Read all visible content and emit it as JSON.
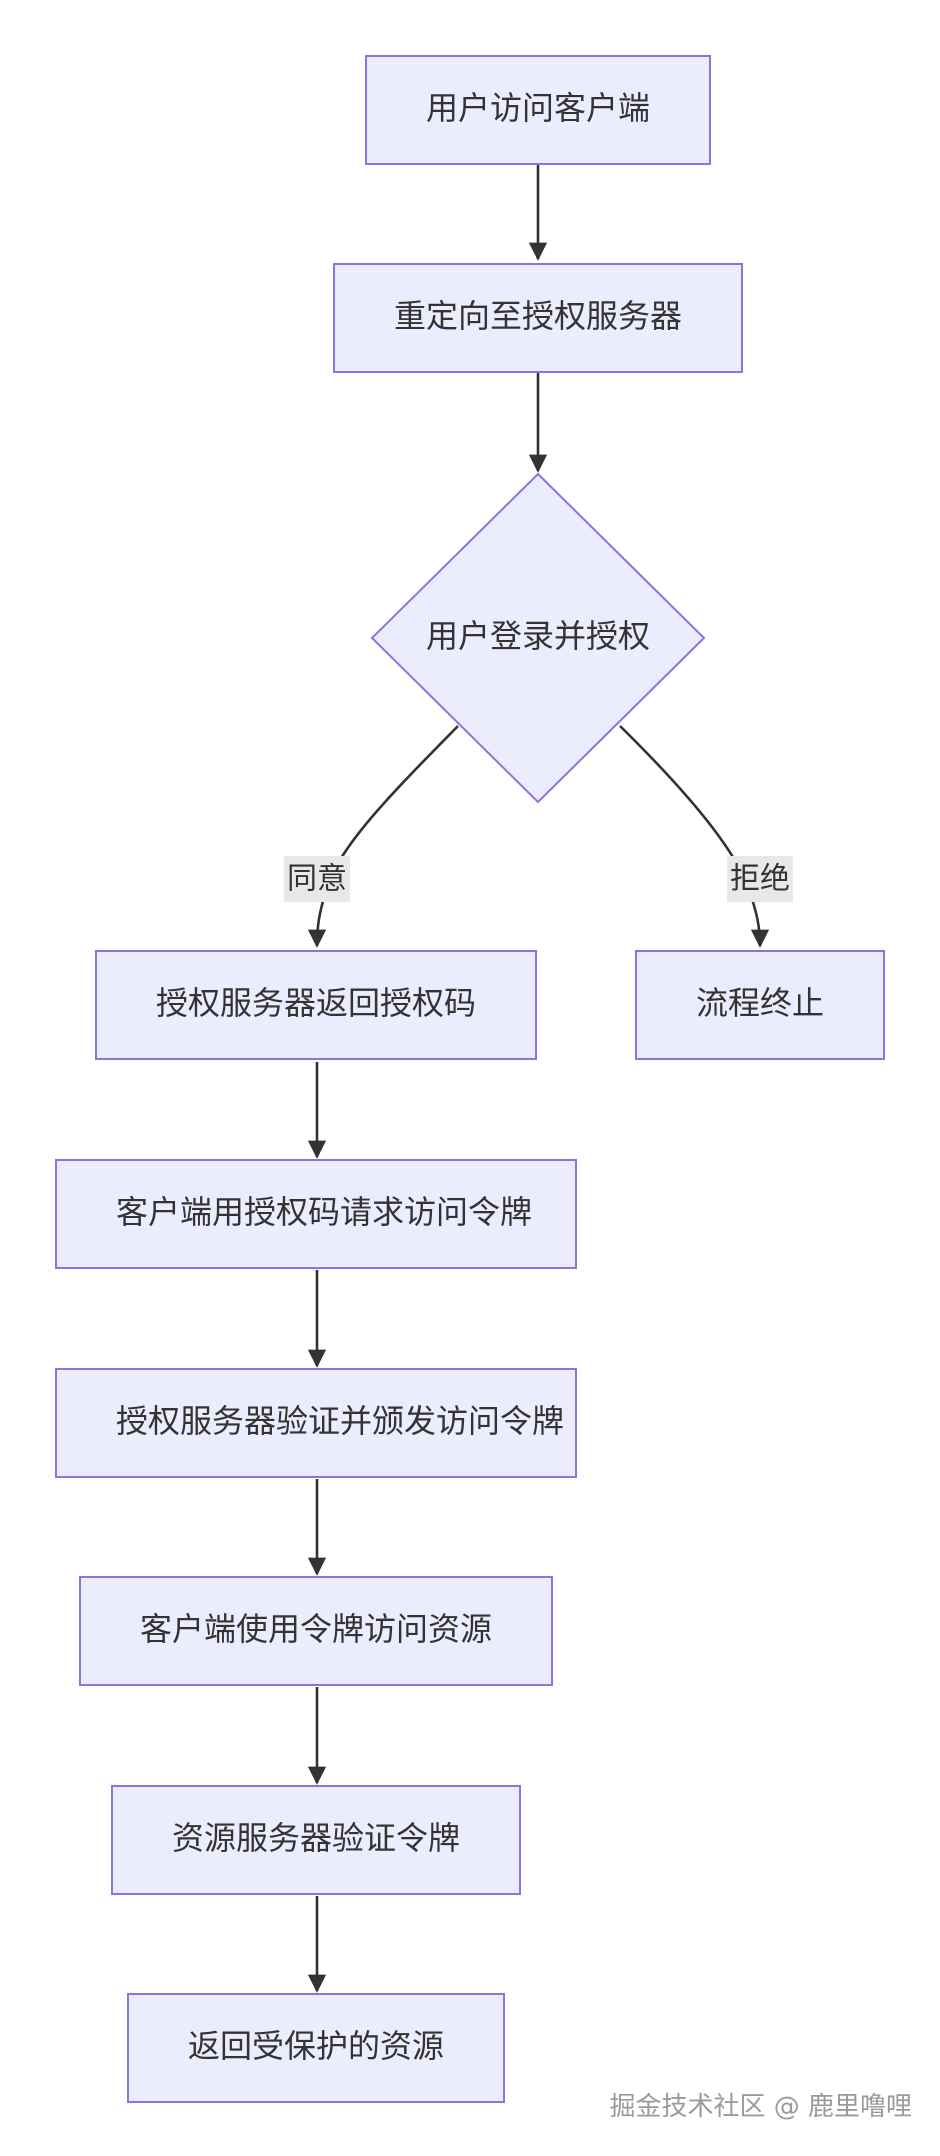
{
  "nodes": {
    "user_visits_client": "用户访问客户端",
    "redirect_to_auth": "重定向至授权服务器",
    "login_and_authorize": "用户登录并授权",
    "return_auth_code": "授权服务器返回授权码",
    "process_terminated": "流程终止",
    "client_requests_token": "客户端用授权码请求访问令牌",
    "server_issues_token": "授权服务器验证并颁发访问令牌",
    "client_uses_token": "客户端使用令牌访问资源",
    "resource_verifies_token": "资源服务器验证令牌",
    "return_protected_resource": "返回受保护的资源"
  },
  "edges": {
    "agree": "同意",
    "reject": "拒绝"
  },
  "watermark": "掘金技术社区 @ 鹿里噜哩",
  "colors": {
    "node_fill": "#ECECFF",
    "node_stroke": "#9370DB",
    "edge": "#333333",
    "label_bg": "#e8e8e8"
  }
}
